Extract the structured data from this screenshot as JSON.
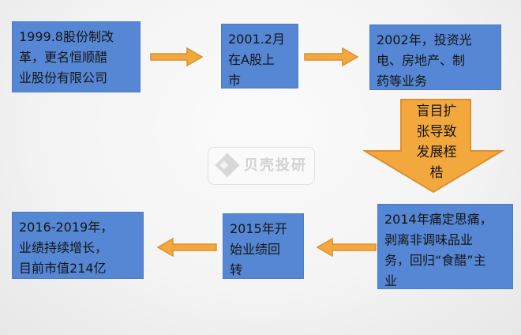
{
  "diagram": {
    "title_hint": "company-development-flowchart",
    "top_row": [
      {
        "text": "1999.8股份制改\n革，更名恒顺醋\n业股份有限公司"
      },
      {
        "text": "2001.2月\n在A股上\n市"
      },
      {
        "text": "2002年，投资光\n电、房地产、制\n药等业务"
      }
    ],
    "transition": {
      "label": "盲目扩\n张导致\n发展桎\n梏"
    },
    "bottom_row": [
      {
        "text": "2014年痛定思痛，\n剥离非调味品业\n务，回归“食醋”主\n业"
      },
      {
        "text": "2015年开\n始业绩回\n转"
      },
      {
        "text": "2016-2019年，\n业绩持续增长，\n目前市值214亿"
      }
    ]
  },
  "watermark": {
    "brand": "贝壳投研",
    "tagline_illegible": "··············"
  },
  "colors": {
    "box_blue": "#5687d4",
    "box_border": "#4d7cc2",
    "arrow_fill": "#f3a83e",
    "arrow_border": "#dd8f2e",
    "text": "#141414",
    "background": "#f4f4f4"
  }
}
